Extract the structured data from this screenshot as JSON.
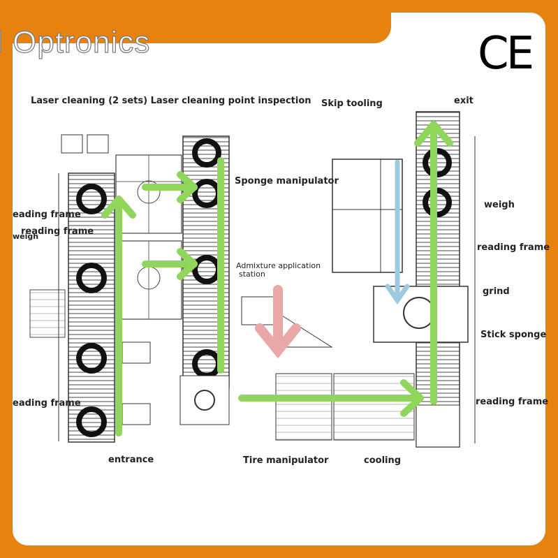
{
  "brand": {
    "text": "l Optronics",
    "certification": "CE"
  },
  "labels": {
    "laser_cleaning": "Laser cleaning (2 sets) Laser cleaning point inspection",
    "skip_tooling": "Skip tooling",
    "exit": "exit",
    "reading_frame_1": "eading frame",
    "reading_frame_2": "reading frame",
    "weigh_left": "weigh",
    "sponge_manipulator": "Sponge manipulator",
    "admixture": "Admixture application",
    "station": "station",
    "weigh_right": "weigh",
    "reading_frame_right_1": "reading frame",
    "grind": "grind",
    "stick_sponge": "Stick sponge",
    "reading_frame_right_2": "reading frame",
    "reading_frame_left_bottom": "eading frame",
    "entrance": "entrance",
    "tire_manipulator": "Tire manipulator",
    "cooling": "cooling"
  },
  "colors": {
    "background": "#e8820f",
    "arrow_green": "#8fd65a",
    "arrow_blue": "#9ec9e0",
    "arrow_pink": "#e9a7a7"
  }
}
